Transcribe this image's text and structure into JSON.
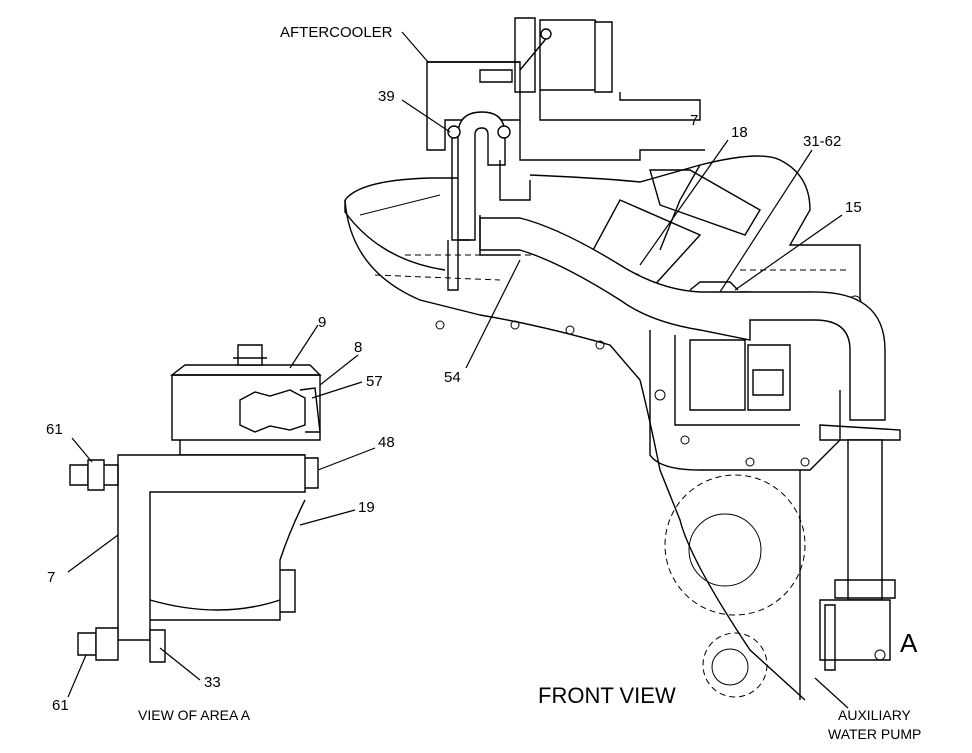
{
  "figure": {
    "labels": {
      "aftercooler": "AFTERCOOLER",
      "p39": "39",
      "p7_top": "7",
      "p18": "18",
      "p31_62": "31-62",
      "p15": "15",
      "p54": "54",
      "p9": "9",
      "p8": "8",
      "p57": "57",
      "p61_top": "61",
      "p48": "48",
      "p19": "19",
      "p7_left": "7",
      "p61_bottom": "61",
      "p33": "33",
      "view_caption": "VIEW OF AREA A",
      "front_view": "FRONT VIEW",
      "area_marker": "A",
      "aux_pump_line1": "AUXILIARY",
      "aux_pump_line2": "WATER PUMP"
    }
  }
}
